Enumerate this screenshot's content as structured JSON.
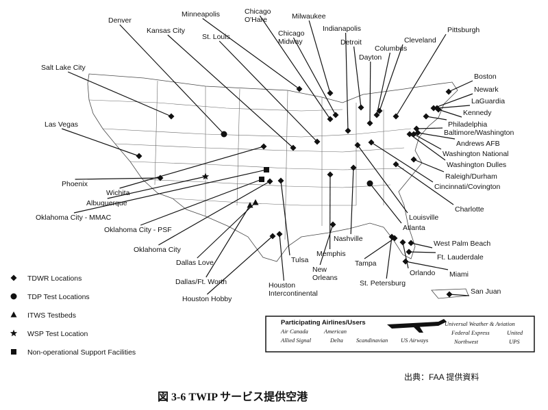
{
  "sites": [
    {
      "name": "Salt Lake City",
      "type": "tdwr"
    },
    {
      "name": "Las Vegas",
      "type": "tdwr"
    },
    {
      "name": "Phoenix",
      "type": "tdwr"
    },
    {
      "name": "Denver",
      "type": "tdp"
    },
    {
      "name": "Kansas City",
      "type": "tdwr"
    },
    {
      "name": "Wichita",
      "type": "tdwr"
    },
    {
      "name": "Albuquerque",
      "type": "wsp"
    },
    {
      "name": "Oklahoma City - MMAC",
      "type": "support"
    },
    {
      "name": "Oklahoma City - PSF",
      "type": "support"
    },
    {
      "name": "Oklahoma City",
      "type": "tdwr"
    },
    {
      "name": "Dallas Love",
      "type": "itws"
    },
    {
      "name": "Dallas/Ft. Worth",
      "type": "itws"
    },
    {
      "name": "Houston Hobby",
      "type": "tdwr"
    },
    {
      "name": "Houston Intercontinental",
      "type": "tdwr"
    },
    {
      "name": "Tulsa",
      "type": "tdwr"
    },
    {
      "name": "Minneapolis",
      "type": "tdwr"
    },
    {
      "name": "St. Louis",
      "type": "tdwr"
    },
    {
      "name": "Chicago O'Hare",
      "type": "tdwr"
    },
    {
      "name": "Chicago Midway",
      "type": "tdwr"
    },
    {
      "name": "Milwaukee",
      "type": "tdwr"
    },
    {
      "name": "Indianapolis",
      "type": "tdwr"
    },
    {
      "name": "Detroit",
      "type": "tdwr"
    },
    {
      "name": "Dayton",
      "type": "tdwr"
    },
    {
      "name": "Columbus",
      "type": "tdwr"
    },
    {
      "name": "Cleveland",
      "type": "tdwr"
    },
    {
      "name": "Pittsburgh",
      "type": "tdwr"
    },
    {
      "name": "Boston",
      "type": "tdwr"
    },
    {
      "name": "Newark",
      "type": "tdwr"
    },
    {
      "name": "LaGuardia",
      "type": "tdwr"
    },
    {
      "name": "Kennedy",
      "type": "tdwr"
    },
    {
      "name": "Philadelphia",
      "type": "tdwr"
    },
    {
      "name": "Baltimore/Washington",
      "type": "tdwr"
    },
    {
      "name": "Andrews AFB",
      "type": "tdwr"
    },
    {
      "name": "Washington National",
      "type": "tdwr"
    },
    {
      "name": "Washington Dulles",
      "type": "tdwr"
    },
    {
      "name": "Raleigh/Durham",
      "type": "tdwr"
    },
    {
      "name": "Cincinnati/Covington",
      "type": "tdwr"
    },
    {
      "name": "Charlotte",
      "type": "tdwr"
    },
    {
      "name": "Louisville",
      "type": "tdwr"
    },
    {
      "name": "Atlanta",
      "type": "tdp"
    },
    {
      "name": "Nashville",
      "type": "tdwr"
    },
    {
      "name": "Memphis",
      "type": "tdwr"
    },
    {
      "name": "New Orleans",
      "type": "tdwr"
    },
    {
      "name": "Tampa",
      "type": "tdwr"
    },
    {
      "name": "St. Petersburg",
      "type": "tdwr"
    },
    {
      "name": "Orlando",
      "type": "tdwr"
    },
    {
      "name": "West Palm Beach",
      "type": "tdwr"
    },
    {
      "name": "Ft. Lauderdale",
      "type": "tdwr"
    },
    {
      "name": "Miami",
      "type": "tdwr"
    },
    {
      "name": "San Juan",
      "type": "tdwr"
    }
  ],
  "legend": [
    {
      "type": "tdwr",
      "label": "TDWR Locations"
    },
    {
      "type": "tdp",
      "label": "TDP Test Locations"
    },
    {
      "type": "itws",
      "label": "ITWS Testbeds"
    },
    {
      "type": "wsp",
      "label": "WSP Test Location"
    },
    {
      "type": "support",
      "label": "Non-operational Support Facilities"
    }
  ],
  "airlines": {
    "title": "Participating Airlines/Users",
    "rows": [
      [
        "Air Canada",
        "American",
        "Universal Weather & Aviation"
      ],
      [
        "Allied Signal",
        "Delta",
        "Federal Express",
        "United"
      ],
      [
        "Scandinavian",
        "US Airways",
        "Northwest",
        "UPS"
      ]
    ]
  },
  "source": "出典：FAA 提供資料",
  "caption": "図 3-6 TWIP サービス提供空港"
}
